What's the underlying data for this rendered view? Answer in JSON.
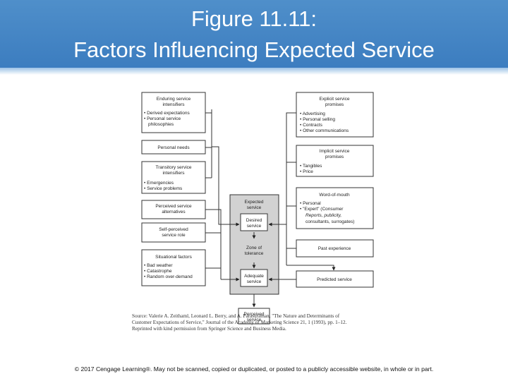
{
  "title": {
    "line1": "Figure 11.11:",
    "line2": "Factors Influencing Expected Service"
  },
  "left_boxes": {
    "enduring": {
      "heading1": "Enduring service",
      "heading2": "intensifiers",
      "b1": "• Derived expectations",
      "b2": "• Personal service",
      "b3": "philosophies"
    },
    "personal_needs": "Personal needs",
    "transitory": {
      "heading1": "Transitory service",
      "heading2": "intensifiers",
      "b1": "• Emergencies",
      "b2": "• Service problems"
    },
    "perceived_alternatives": {
      "l1": "Perceived service",
      "l2": "alternatives"
    },
    "self_perceived_role": {
      "l1": "Self-perceived",
      "l2": "service role"
    },
    "situational": {
      "heading": "Situational factors",
      "b1": "• Bad weather",
      "b2": "• Catastrophe",
      "b3": "• Random over-demand"
    }
  },
  "center": {
    "expected": {
      "l1": "Expected",
      "l2": "service"
    },
    "desired": {
      "l1": "Desired",
      "l2": "service"
    },
    "zone": {
      "l1": "Zone of",
      "l2": "tolerance"
    },
    "adequate": {
      "l1": "Adequate",
      "l2": "service"
    },
    "perceived": {
      "l1": "Perceived",
      "l2": "service"
    }
  },
  "right_boxes": {
    "explicit": {
      "heading1": "Explicit service",
      "heading2": "promises",
      "b1": "• Advertising",
      "b2": "• Personal selling",
      "b3": "• Contracts",
      "b4": "• Other communications"
    },
    "implicit": {
      "heading1": "Implicit service",
      "heading2": "promises",
      "b1": "• Tangibles",
      "b2": "• Price"
    },
    "wom": {
      "heading": "Word-of-mouth",
      "b1": "• Personal",
      "b2": "• \"Expert\" (Consumer",
      "b3": "Reports, publicity,",
      "b4": "consultants, surrogates)"
    },
    "past_experience": "Past experience",
    "predicted_service": "Predicted service"
  },
  "source": {
    "line1": "Source: Valerie A. Zeithaml, Leonard L. Berry, and A. Parasuraman, \"The Nature and Determinants of",
    "line2": "Customer Expectations of Service,\" Journal of the Academy of Marketing Science 21, 1 (1993), pp. 1–12.",
    "line3": "Reprinted with kind permission from Springer Science and Business Media."
  },
  "copyright": "© 2017 Cengage Learning®. May not be scanned, copied or duplicated, or posted to a publicly accessible website, in whole or in part.",
  "colors": {
    "header": "#3b7cbf",
    "center_fill": "#d2d2d2",
    "box_border": "#333333"
  }
}
